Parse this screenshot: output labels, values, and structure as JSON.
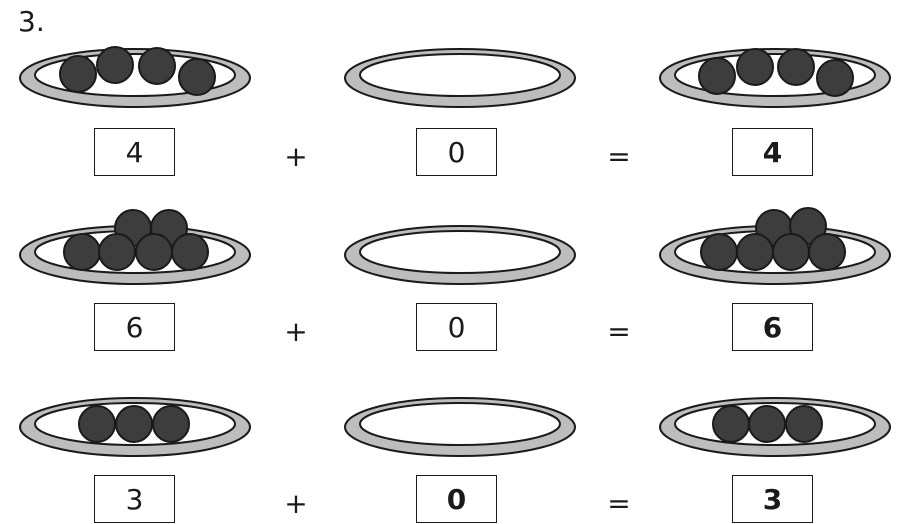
{
  "exercise_number": "3.",
  "rows": [
    {
      "a": "4",
      "b": "0",
      "c": "4",
      "plus": "+",
      "equals": "=",
      "a_count": 4,
      "b_count": 0,
      "c_count": 4
    },
    {
      "a": "6",
      "b": "0",
      "c": "6",
      "plus": "+",
      "equals": "=",
      "a_count": 6,
      "b_count": 0,
      "c_count": 6
    },
    {
      "a": "3",
      "b": "0",
      "c": "3",
      "plus": "+",
      "equals": "=",
      "a_count": 3,
      "b_count": 0,
      "c_count": 3
    }
  ],
  "colors": {
    "plate_outer": "#bdbdbd",
    "plate_inner": "#ffffff",
    "stroke": "#1a1a1a",
    "ball": "#3d3d3d"
  }
}
